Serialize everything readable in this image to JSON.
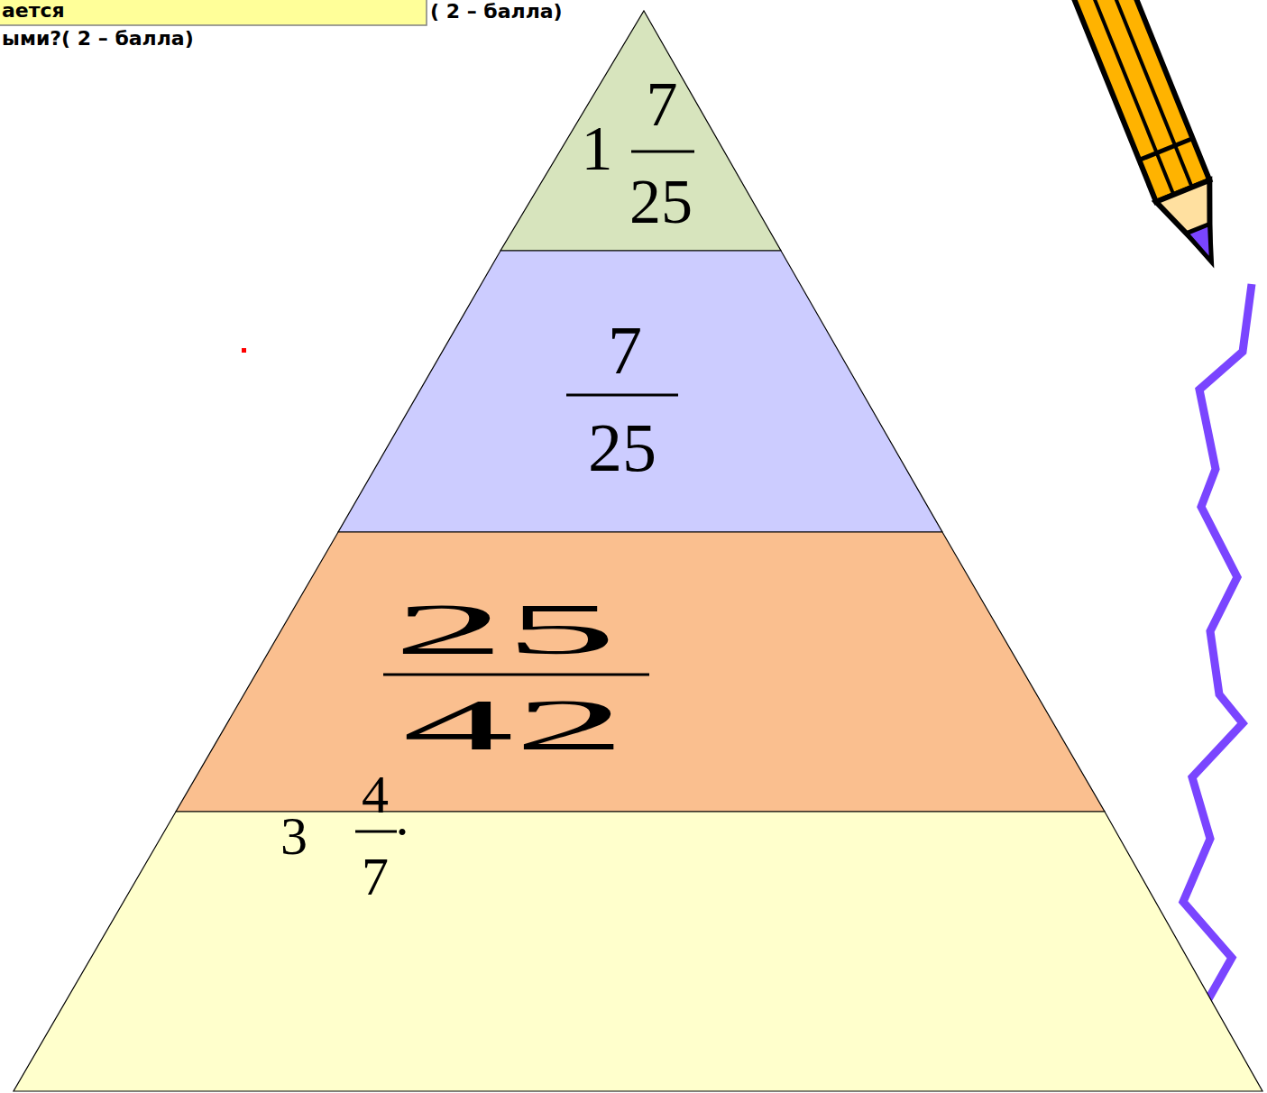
{
  "diagram": {
    "nodes": [
      {
        "text": [
          "ается",
          "ыми?( 2 – балла)"
        ]
      },
      {
        "text": [
          "1",
          "7",
          "25"
        ]
      },
      {
        "text": [
          "7",
          "25"
        ]
      },
      {
        "text": [
          "25",
          "42"
        ]
      },
      {
        "text": [
          "3",
          "4",
          "7",
          "·"
        ]
      }
    ],
    "labels": [
      "( 2 – балла)"
    ]
  }
}
